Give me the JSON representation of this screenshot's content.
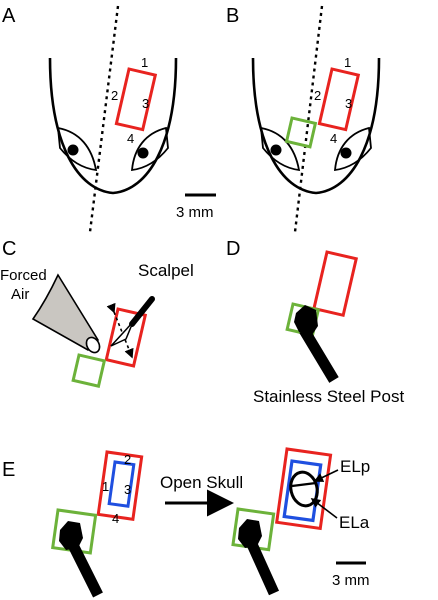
{
  "panels": {
    "a": "A",
    "b": "B",
    "c": "C",
    "d": "D",
    "e": "E"
  },
  "numbers": {
    "n1": "1",
    "n2": "2",
    "n3": "3",
    "n4": "4"
  },
  "labels": {
    "scale_a": "3 mm",
    "scale_e": "3 mm",
    "forced": "Forced",
    "air": "Air",
    "scalpel": "Scalpel",
    "post": "Stainless Steel Post",
    "open_skull": "Open Skull",
    "elp": "ELp",
    "ela": "ELa"
  },
  "colors": {
    "red": "#e8231f",
    "green": "#6cb23a",
    "blue": "#1f4fe0",
    "black": "#000000",
    "air_gray": "#c9c6c1"
  }
}
